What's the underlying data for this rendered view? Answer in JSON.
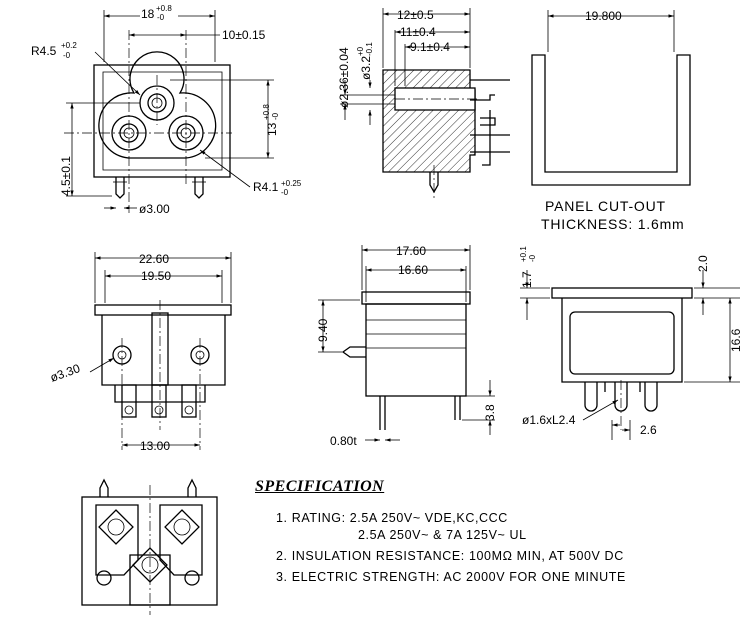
{
  "dimensions": {
    "w18": "18",
    "w18_tol_up": "+0.8",
    "w18_tol_dn": "-0",
    "c10": "10±0.15",
    "r45": "R4.5",
    "r45_tol_up": "+0.2",
    "r45_tol_dn": "-0",
    "h13": "13",
    "h13_tol_up": "+0.8",
    "h13_tol_dn": "-0",
    "h45": "4.5±0.1",
    "pin3": "ø3.00",
    "r41": "R4.1",
    "r41_tol_up": "+0.25",
    "r41_tol_dn": "-0",
    "d12": "12±0.5",
    "d11": "11±0.4",
    "d91": "9.1±0.4",
    "dia236": "ø2.36±0.04",
    "dia32": "ø3.2",
    "dia32_tol_up": "+0",
    "dia32_tol_dn": "-0.1",
    "cut198": "19.800",
    "w226": "22.60",
    "w195": "19.50",
    "hole33": "ø3.30",
    "w13": "13.00",
    "w176": "17.60",
    "w166": "16.60",
    "h94": "9.40",
    "h38": "3.8",
    "t08": "0.80t",
    "h17": "1.7",
    "h17_tol_up": "+0.1",
    "h17_tol_dn": "-0",
    "h20": "2.0",
    "h166": "16.6",
    "pin16": "ø1.6xL2.4",
    "p26": "2.6"
  },
  "panel_cutout": {
    "line1": "PANEL CUT-OUT",
    "line2": "THICKNESS: 1.6mm"
  },
  "specification": {
    "title": "SPECIFICATION",
    "item1a": "1. RATING: 2.5A 250V~ VDE,KC,CCC",
    "item1b": "2.5A 250V~ & 7A 125V~ UL",
    "item2": "2. INSULATION RESISTANCE: 100MΩ MIN, AT 500V DC",
    "item3": "3. ELECTRIC STRENGTH: AC 2000V FOR ONE MINUTE"
  }
}
